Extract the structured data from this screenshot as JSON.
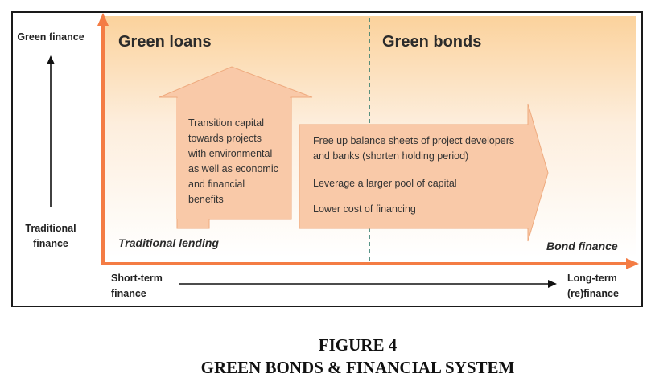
{
  "diagram": {
    "y_axis": {
      "top_label": "Green finance",
      "bottom_label_lines": [
        "Traditional",
        "finance"
      ]
    },
    "x_axis": {
      "left_label_lines": [
        "Short-term",
        "finance"
      ],
      "right_label_lines": [
        "Long-term",
        "(re)finance"
      ]
    },
    "sections": {
      "left_heading": "Green loans",
      "right_heading": "Green bonds",
      "left_footer": "Traditional lending",
      "right_footer": "Bond finance"
    },
    "up_arrow_text_lines": [
      "Transition capital",
      "towards projects",
      "with environmental",
      "as well as economic",
      "and financial",
      "benefits"
    ],
    "right_arrow_items": [
      {
        "lines": [
          "Free up balance sheets of project developers",
          "and banks (shorten holding period)"
        ]
      },
      {
        "lines": [
          "Leverage a larger pool of capital"
        ]
      },
      {
        "lines": [
          "Lower cost of financing"
        ]
      }
    ],
    "colors": {
      "accent": "#f47c44",
      "arrow_fill": "#f9c9a8",
      "band_top": "#fbd8a8",
      "divider": "#2f7a6b"
    }
  },
  "caption": {
    "line1": "FIGURE 4",
    "line2": "GREEN BONDS & FINANCIAL SYSTEM"
  }
}
